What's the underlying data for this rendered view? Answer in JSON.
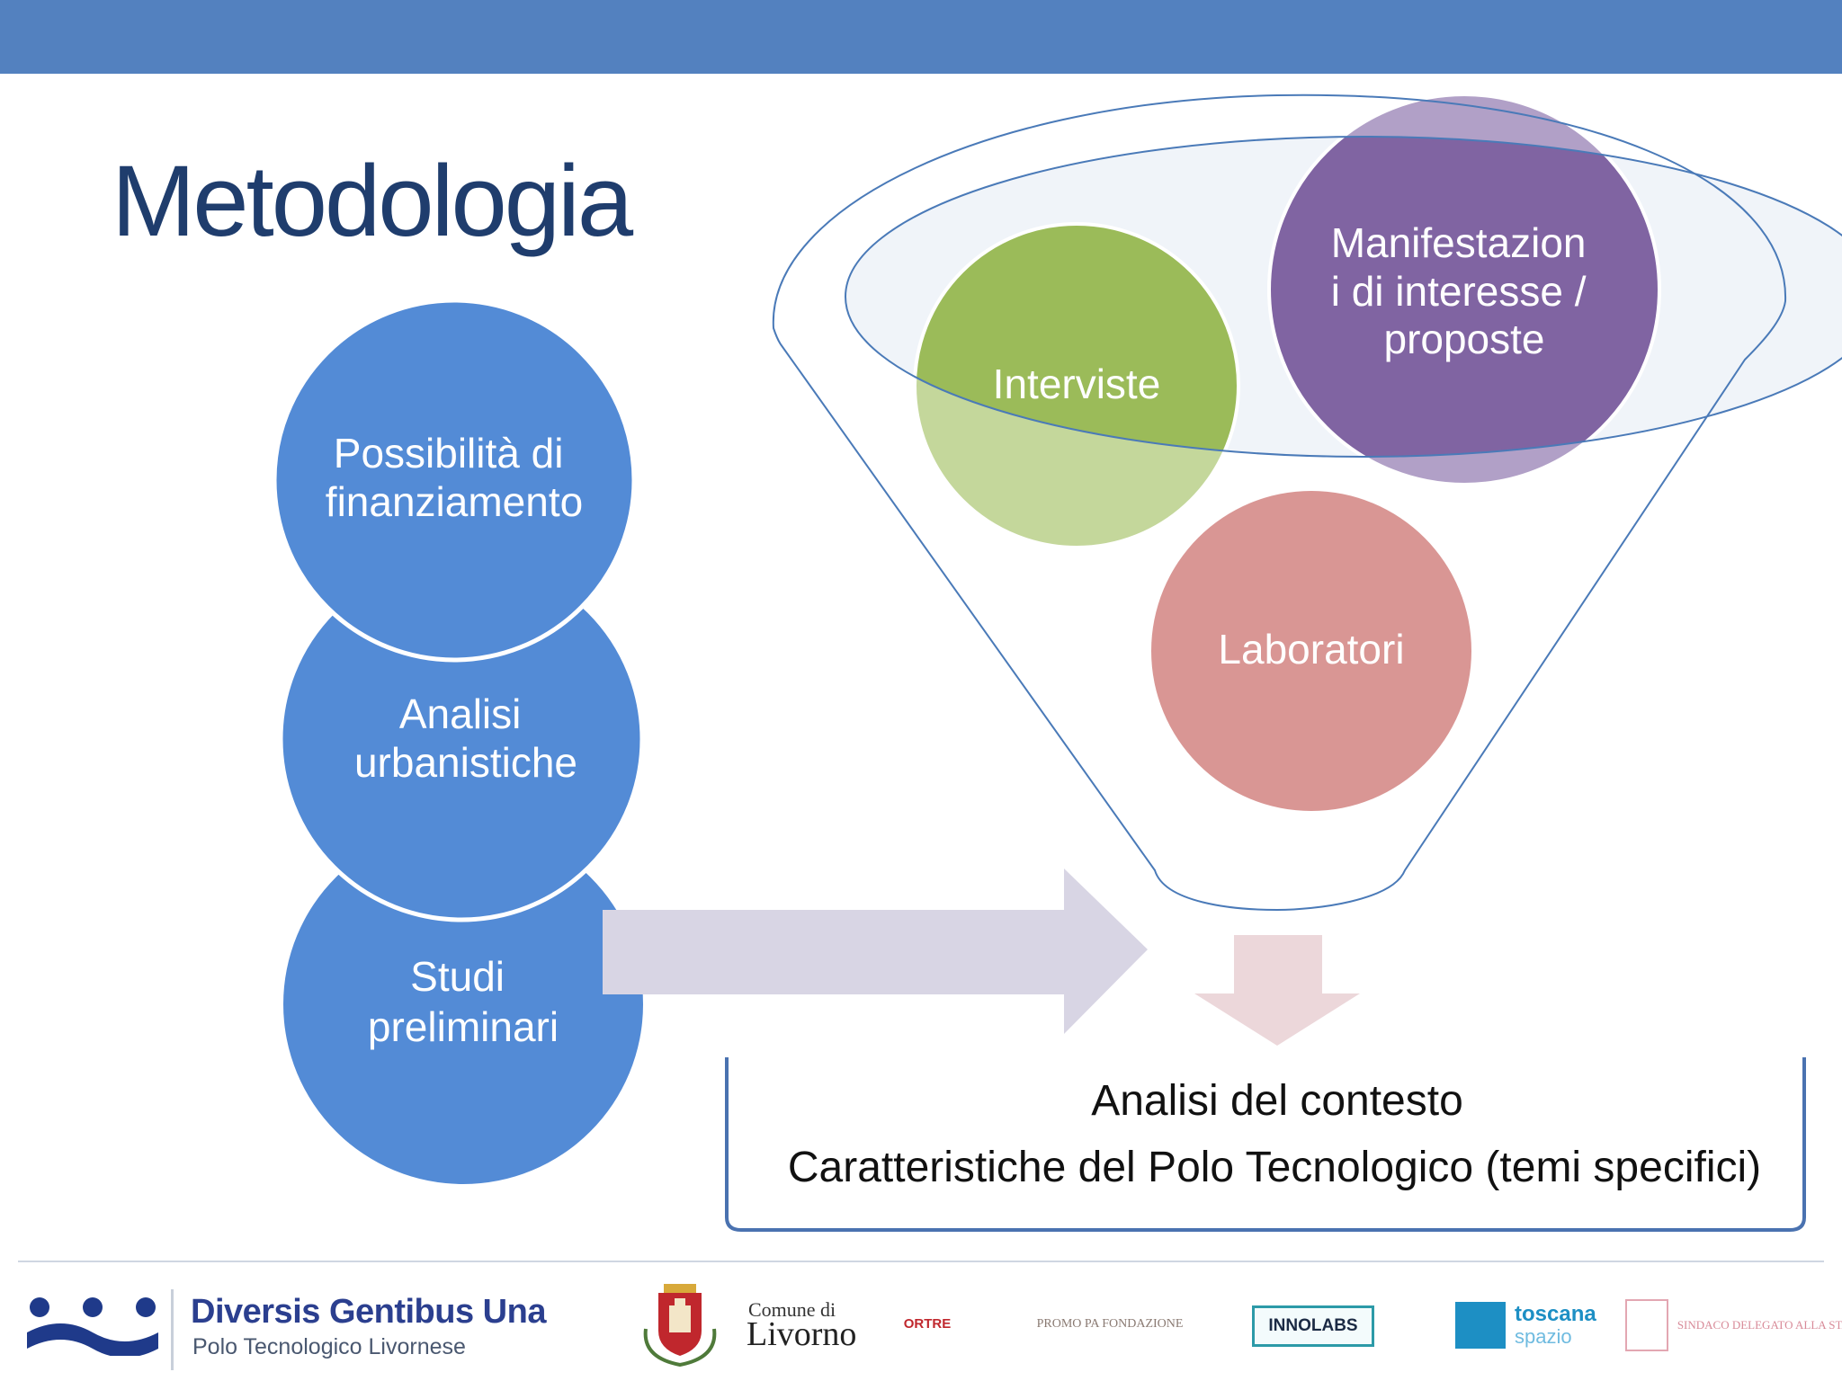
{
  "slide": {
    "title": "Metodologia"
  },
  "left_stack": [
    {
      "lines": [
        "Possibilità di",
        "finanziamento"
      ]
    },
    {
      "lines": [
        "Analisi",
        "urbanistiche"
      ]
    },
    {
      "lines": [
        "Studi",
        "preliminari"
      ]
    }
  ],
  "funnel": {
    "items": [
      {
        "lines": [
          "Manifestazion",
          "i di interesse /",
          "proposte"
        ]
      },
      {
        "lines": [
          "Interviste"
        ]
      },
      {
        "lines": [
          "Laboratori"
        ]
      }
    ]
  },
  "result": {
    "line1": "Analisi del contesto",
    "line2": "Caratteristiche del Polo Tecnologico (temi specifici)"
  },
  "footer": {
    "dgu_title": "Diversis Gentibus Una",
    "dgu_subtitle": "Polo Tecnologico Livornese",
    "comune_small": "Comune di",
    "comune_big": "Livorno",
    "logos": [
      "ORTRE",
      "PROMO PA FONDAZIONE",
      "INNOLABS",
      "toscana",
      "spazio",
      "SINDACO DELEGATO ALLA STARTUP"
    ]
  },
  "colors": {
    "topbar": "#5381bf",
    "title": "#1f3d6d",
    "blue_circle": "#538bd6",
    "green_circle": "#9bbb59",
    "purple_circle": "#8064a2",
    "pink_circle": "#d99694",
    "funnel_line": "#4a7ab8",
    "arrow_right": "#d8d5e4",
    "arrow_down": "#ecd7da",
    "bracket": "#4a72b0"
  }
}
